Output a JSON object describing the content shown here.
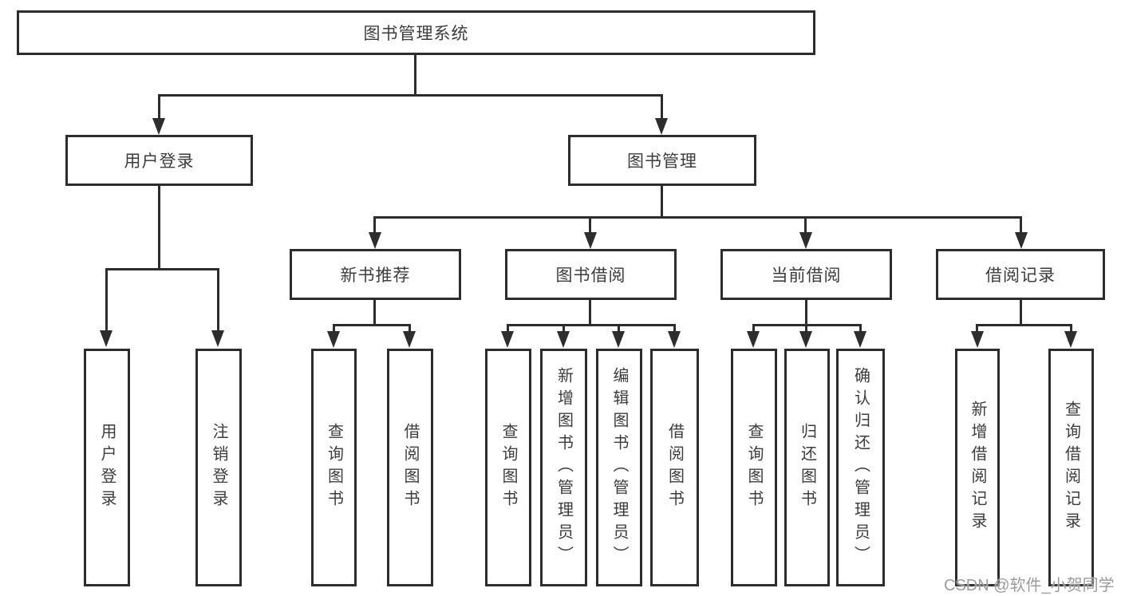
{
  "tree": {
    "label": "图书管理系统",
    "children": [
      {
        "label": "用户登录",
        "children": [
          {
            "label": "用户登录"
          },
          {
            "label": "注销登录"
          }
        ]
      },
      {
        "label": "图书管理",
        "children": [
          {
            "label": "新书推荐",
            "children": [
              {
                "label": "查询图书"
              },
              {
                "label": "借阅图书"
              }
            ]
          },
          {
            "label": "图书借阅",
            "children": [
              {
                "label": "查询图书"
              },
              {
                "label": "新增图书（管理员）"
              },
              {
                "label": "编辑图书（管理员）"
              },
              {
                "label": "借阅图书"
              }
            ]
          },
          {
            "label": "当前借阅",
            "children": [
              {
                "label": "查询图书"
              },
              {
                "label": "归还图书"
              },
              {
                "label": "确认归还（管理员）"
              }
            ]
          },
          {
            "label": "借阅记录",
            "children": [
              {
                "label": "新增借阅记录"
              },
              {
                "label": "查询借阅记录"
              }
            ]
          }
        ]
      }
    ]
  },
  "watermark": {
    "text": "CSDN @软件_小贺同学"
  },
  "colors": {
    "line": "#2d2d2d",
    "text": "#3c3c3c",
    "watermark": "#9b9b9b",
    "background": "#ffffff"
  }
}
